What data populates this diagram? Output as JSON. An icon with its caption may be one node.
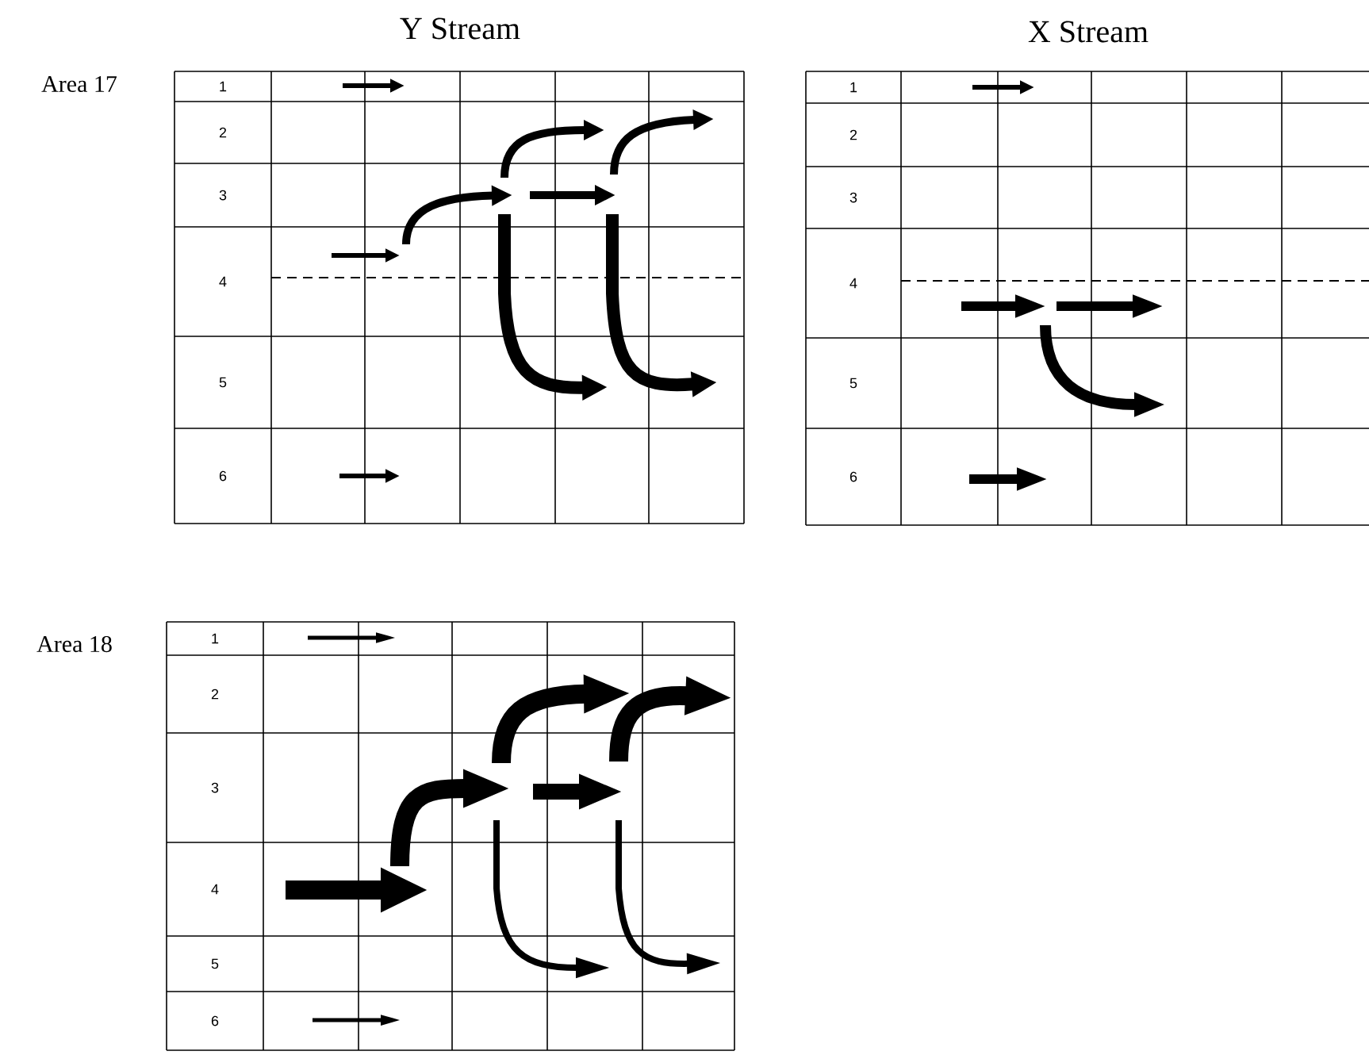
{
  "diagram": {
    "labels": [
      "Y Stream",
      "X Stream",
      "Area 17",
      "1",
      "2",
      "3",
      "4",
      "5",
      "6",
      "1",
      "2",
      "3",
      "4",
      "5",
      "6",
      "Area 18",
      "1",
      "2",
      "3",
      "4",
      "5",
      "6"
    ]
  }
}
